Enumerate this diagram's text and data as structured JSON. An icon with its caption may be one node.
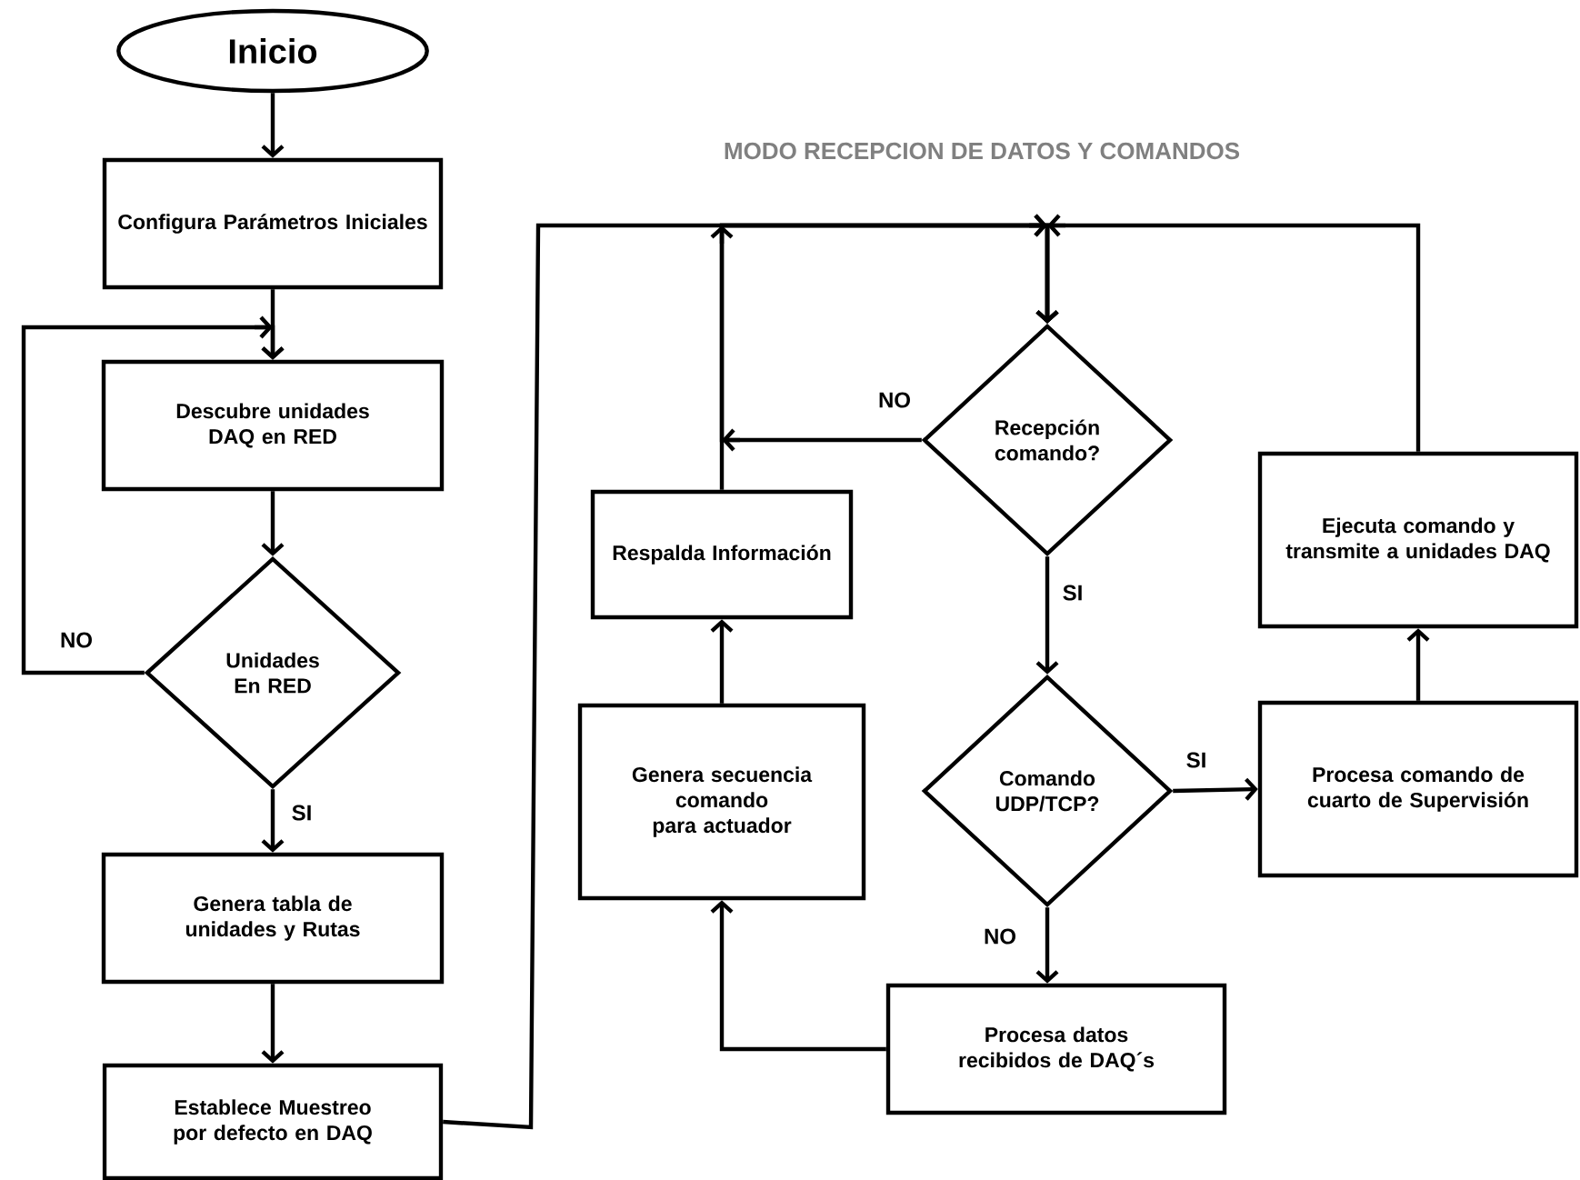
{
  "diagram": {
    "title": "MODO RECEPCION DE DATOS Y COMANDOS",
    "nodes": [
      {
        "text": [
          "Inicio"
        ]
      },
      {
        "text": [
          "Configura Parámetros Iniciales"
        ]
      },
      {
        "text": [
          "Descubre unidades DAQ en RED"
        ]
      },
      {
        "text": [
          "Unidades En RED"
        ]
      },
      {
        "text": [
          "Genera tabla de unidades y Rutas"
        ]
      },
      {
        "text": [
          "Establece Muestreo por defecto en DAQ"
        ]
      },
      {
        "text": [
          "Recepción comando?"
        ]
      },
      {
        "text": [
          "Respalda Información"
        ]
      },
      {
        "text": [
          "Ejecuta comando y transmite a unidades DAQ"
        ]
      },
      {
        "text": [
          "Comando UDP/TCP?"
        ]
      },
      {
        "text": [
          "Genera secuencia comando para actuador"
        ]
      },
      {
        "text": [
          "Procesa comando de cuarto de Supervisión"
        ]
      },
      {
        "text": [
          "Procesa datos recibidos de DAQ´s"
        ]
      }
    ],
    "edges": [
      {
        "from": 0,
        "to": 1,
        "arrow": "to"
      },
      {
        "from": 1,
        "to": 2,
        "arrow": "to"
      },
      {
        "from": 2,
        "to": 3,
        "arrow": "to"
      },
      {
        "from": 3,
        "to": 2,
        "arrow": "to",
        "label": "NO"
      },
      {
        "from": 3,
        "to": 4,
        "arrow": "to",
        "label": "SI"
      },
      {
        "from": 4,
        "to": 5,
        "arrow": "to"
      },
      {
        "from": 5,
        "to": 6,
        "arrow": "to"
      },
      {
        "from": 6,
        "to": 6,
        "arrow": "to",
        "label": "NO"
      },
      {
        "from": 7,
        "to": 6,
        "arrow": "to"
      },
      {
        "from": 8,
        "to": 6,
        "arrow": "to"
      },
      {
        "from": 6,
        "to": 9,
        "arrow": "to",
        "label": "SI"
      },
      {
        "from": 9,
        "to": 11,
        "arrow": "to",
        "label": "SI"
      },
      {
        "from": 9,
        "to": 12,
        "arrow": "to",
        "label": "NO"
      },
      {
        "from": 12,
        "to": 10,
        "arrow": "to"
      },
      {
        "from": 10,
        "to": 7,
        "arrow": "to"
      },
      {
        "from": 11,
        "to": 8,
        "arrow": "to"
      }
    ]
  }
}
